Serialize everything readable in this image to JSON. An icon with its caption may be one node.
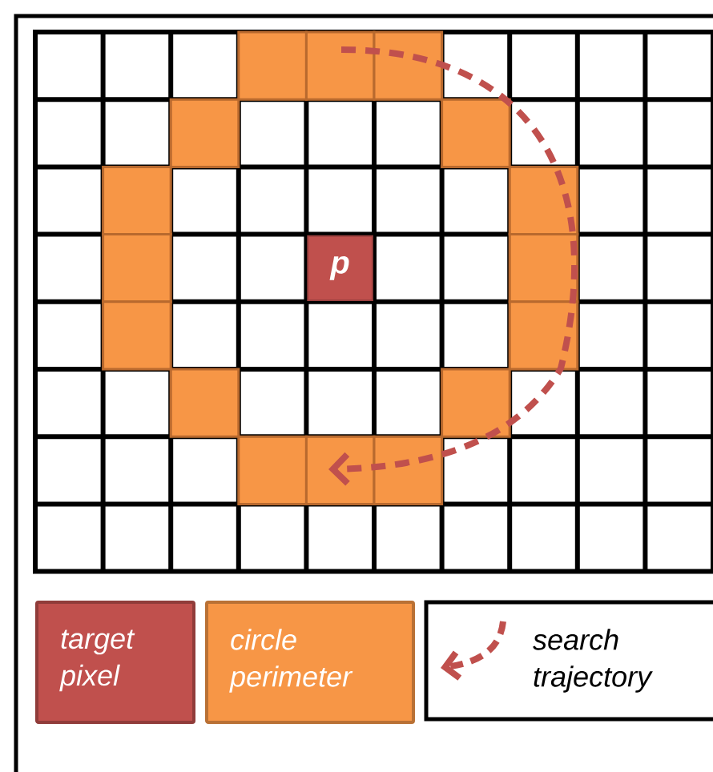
{
  "diagram": {
    "nodes": [
      {
        "text": [
          "p"
        ]
      }
    ],
    "legend": [
      {
        "text": "target pixel",
        "color": "#c0504d"
      },
      {
        "text": "circle perimeter",
        "color": "#f79646"
      },
      {
        "text": "search trajectory"
      }
    ]
  }
}
